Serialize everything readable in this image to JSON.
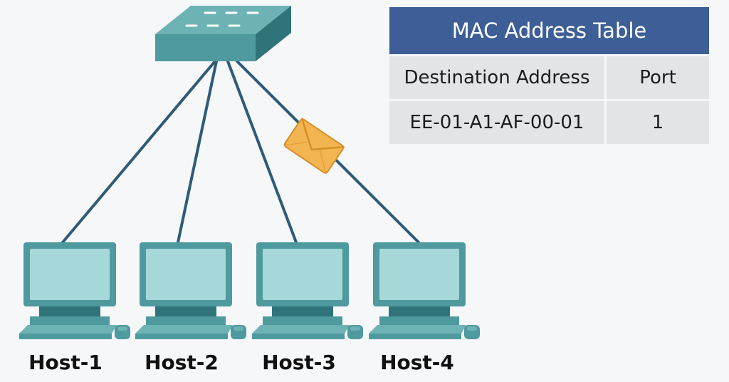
{
  "hosts": [
    {
      "label": "Host-1"
    },
    {
      "label": "Host-2"
    },
    {
      "label": "Host-3"
    },
    {
      "label": "Host-4"
    }
  ],
  "mac_table": {
    "title": "MAC Address Table",
    "headers": [
      "Destination Address",
      "Port"
    ],
    "rows": [
      {
        "address": "EE-01-A1-AF-00-01",
        "port": "1"
      }
    ]
  },
  "colors": {
    "device_teal": "#4e9a9e",
    "device_dark": "#2f7479",
    "screen": "#a7d8d9",
    "link": "#2f5b78",
    "envelope": "#f2b552",
    "table_header": "#3d5e96",
    "table_cell": "#e2e4e8"
  },
  "icons": [
    "switch-icon",
    "computer-icon",
    "envelope-icon"
  ]
}
